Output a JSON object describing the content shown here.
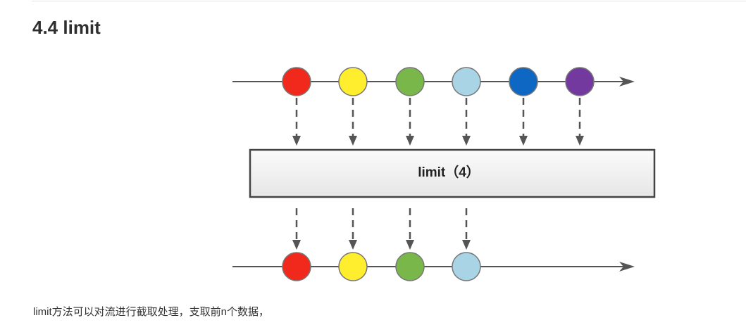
{
  "heading": "4.4 limit",
  "operator_label": "limit（4）",
  "caption": "limit方法可以对流进行截取处理，支取前n个数据，",
  "input_marbles": [
    {
      "color": "#f0291c"
    },
    {
      "color": "#ffee2e"
    },
    {
      "color": "#79b74a"
    },
    {
      "color": "#a8d4e6"
    },
    {
      "color": "#0f67c4"
    },
    {
      "color": "#73399e"
    }
  ],
  "output_marbles": [
    {
      "color": "#f0291c"
    },
    {
      "color": "#ffee2e"
    },
    {
      "color": "#79b74a"
    },
    {
      "color": "#a8d4e6"
    }
  ]
}
